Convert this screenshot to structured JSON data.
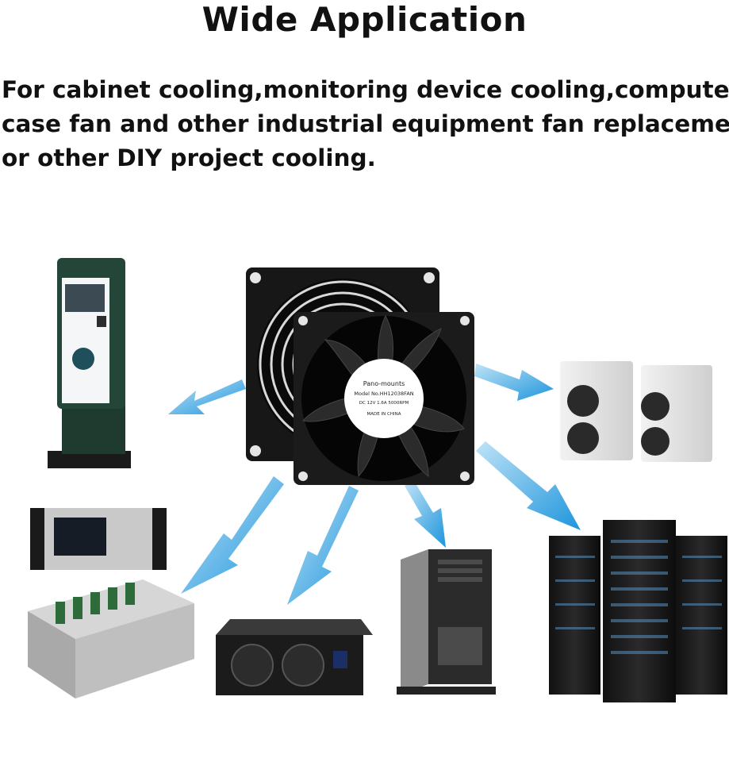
{
  "header": {
    "title": "Wide Application"
  },
  "description": {
    "lines": [
      "For cabinet cooling,monitoring device cooling,computer",
      "case fan and other industrial equipment fan replacement",
      "or other DIY project cooling."
    ]
  },
  "fan": {
    "brand": "Pano-mounts",
    "model": "Model No.HH12038FAN",
    "rating": "DC 12V  1.6A  5000RPM",
    "origin": "MADE IN CHINA"
  },
  "applications": [
    "kiosk-terminal",
    "crypto-miner-pair",
    "crypto-miner",
    "mining-rig",
    "power-amplifier",
    "tower-server",
    "server-racks"
  ],
  "colors": {
    "arrow": "#2a9fe0",
    "fan": "#1b1b1b",
    "kiosk": "#1f3b30"
  }
}
